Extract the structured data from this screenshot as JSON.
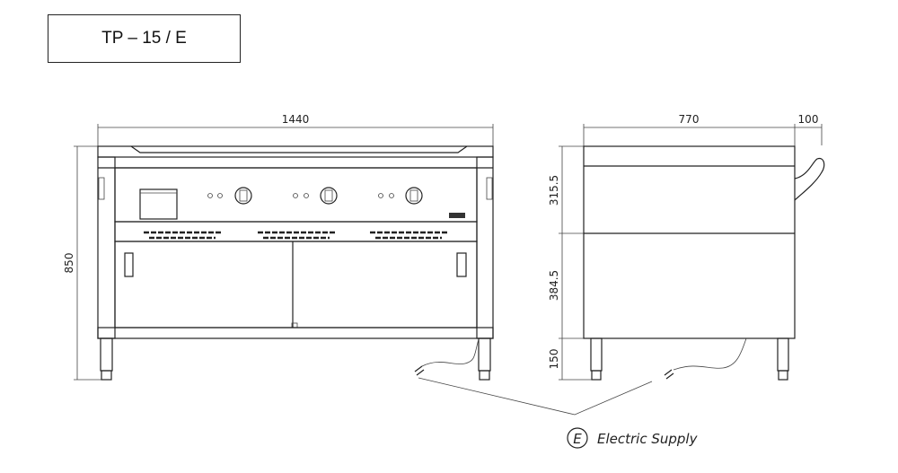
{
  "title": "TP – 15 / E",
  "front_view": {
    "width_dim": "1440",
    "height_dim": "850"
  },
  "side_view": {
    "depth_dim": "770",
    "handle_dim": "100",
    "upper_dim": "315.5",
    "middle_dim": "384.5",
    "leg_dim": "150"
  },
  "legend": {
    "symbol": "E",
    "label": "Electric Supply"
  }
}
